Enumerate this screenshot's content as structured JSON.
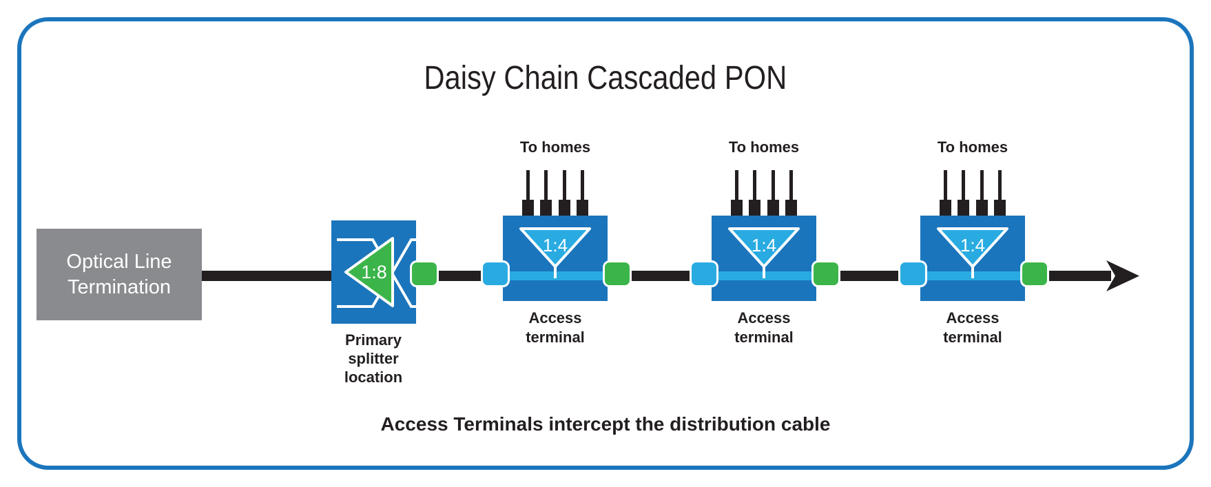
{
  "title": "Daisy Chain Cascaded PON",
  "caption": "Access Terminals intercept the distribution cable",
  "colors": {
    "blue": "#1B75BC",
    "cyan": "#29ABE2",
    "green": "#3BB54A",
    "gray": "#898B8E",
    "ink": "#231F20",
    "border": "#1B75BC"
  },
  "olt": {
    "line1": "Optical Line",
    "line2": "Termination"
  },
  "splitter": {
    "ratio": "1:8",
    "line1": "Primary",
    "line2": "splitter",
    "line3": "location"
  },
  "terminals": [
    {
      "top_label": "To homes",
      "ratio": "1:4",
      "line1": "Access",
      "line2": "terminal"
    },
    {
      "top_label": "To homes",
      "ratio": "1:4",
      "line1": "Access",
      "line2": "terminal"
    },
    {
      "top_label": "To homes",
      "ratio": "1:4",
      "line1": "Access",
      "line2": "terminal"
    }
  ]
}
